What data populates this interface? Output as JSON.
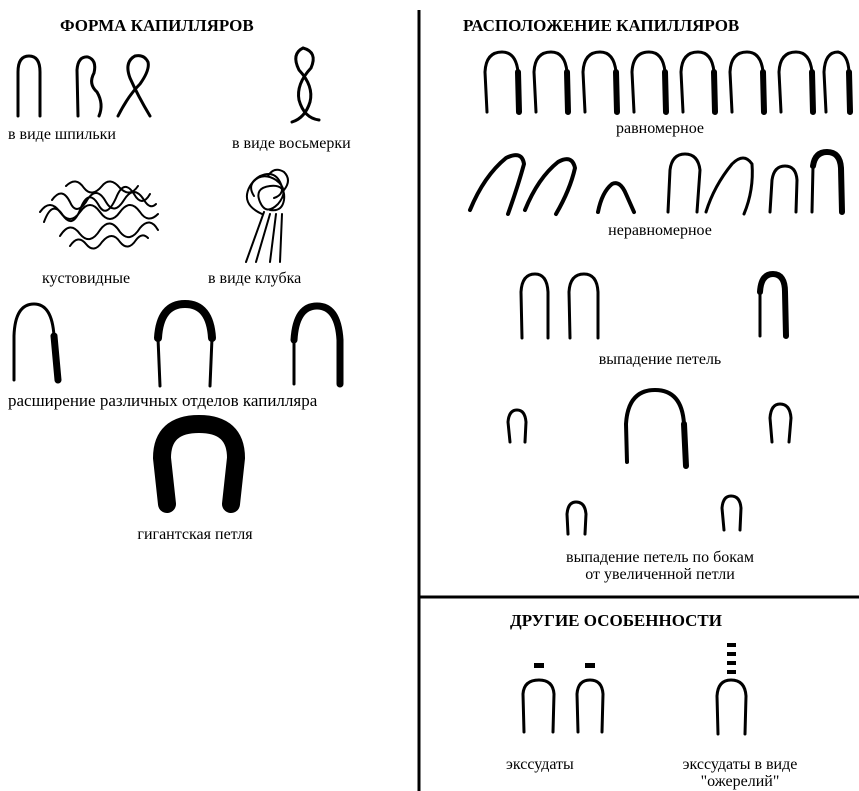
{
  "left_panel": {
    "title": "ФОРМА КАПИЛЛЯРОВ",
    "labels": {
      "hairpin": "в виде шпильки",
      "figure_eight": "в виде восьмерки",
      "bushy": "кустовидные",
      "tangle": "в виде клубка",
      "dilation": "расширение различных отделов капилляра",
      "giant_loop": "гигантская петля"
    }
  },
  "right_panel": {
    "title": "РАСПОЛОЖЕНИЕ КАПИЛЛЯРОВ",
    "labels": {
      "uniform": "равномерное",
      "nonuniform": "неравномерное",
      "loop_loss": "выпадение петель",
      "side_loss_line1": "выпадение петель по бокам",
      "side_loss_line2": "от увеличенной петли"
    }
  },
  "other_panel": {
    "title": "ДРУГИЕ ОСОБЕННОСТИ",
    "labels": {
      "exudates": "экссудаты",
      "necklace_line1": "экссудаты в виде",
      "necklace_line2": "\"ожерелий\""
    }
  }
}
